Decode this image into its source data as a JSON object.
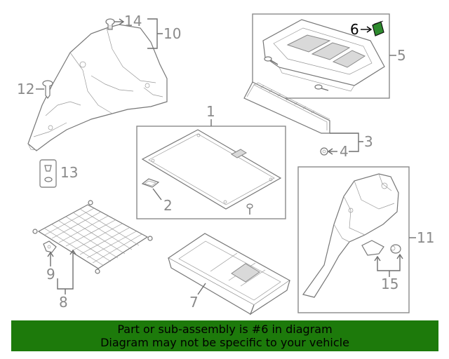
{
  "callouts": {
    "c1": "1",
    "c2": "2",
    "c3": "3",
    "c4": "4",
    "c5": "5",
    "c6": "6",
    "c7": "7",
    "c8": "8",
    "c9": "9",
    "c10": "10",
    "c11": "11",
    "c12": "12",
    "c13": "13",
    "c14": "14",
    "c15": "15"
  },
  "banner": {
    "line1": "Part or sub-assembly is #6 in diagram",
    "line2": "Diagram may not be specific to your vehicle"
  },
  "colors": {
    "banner_bg": "#1d7a0b",
    "highlight_part": "#2e8b2e",
    "line": "#777777"
  },
  "highlighted_part": "6"
}
